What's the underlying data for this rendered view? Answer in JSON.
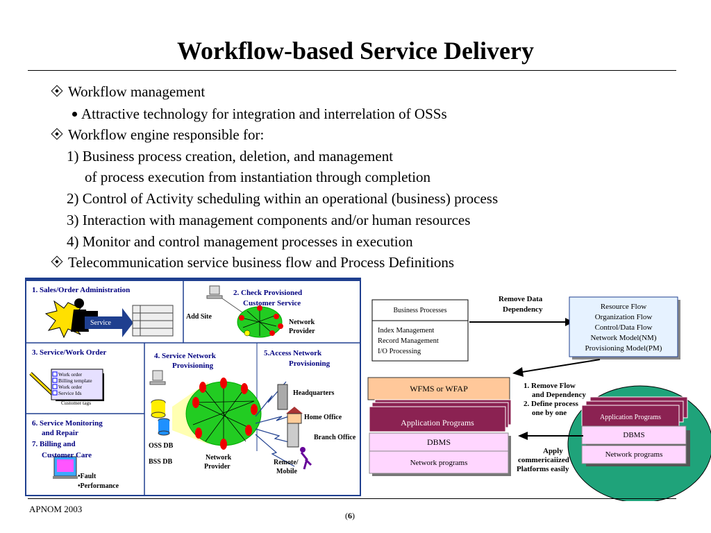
{
  "title": "Workflow-based Service Delivery",
  "bullets": [
    {
      "marker": "diamond",
      "text": "Workflow management"
    },
    {
      "marker": "dot",
      "text": "Attractive technology for integration and interrelation of OSSs"
    },
    {
      "marker": "diamond",
      "text": "Workflow engine responsible for:"
    },
    {
      "marker": "none",
      "text": "1) Business process creation, deletion, and management"
    },
    {
      "marker": "none",
      "text": "of process execution from instantiation through completion"
    },
    {
      "marker": "none",
      "text": "2) Control of Activity scheduling within an operational (business) process"
    },
    {
      "marker": "none",
      "text": "3) Interaction with management components and/or human resources"
    },
    {
      "marker": "none",
      "text": "4) Monitor and control management processes in execution"
    },
    {
      "marker": "diamond",
      "text": "Telecommunication service business flow and Process Definitions"
    }
  ],
  "left_diagram": {
    "sec1": "1. Sales/Order Administration",
    "service": "Service",
    "sec2_line1": "2. Check Provisioned",
    "sec2_line2": "Customer Service",
    "add_site": "Add Site",
    "network_provider_top_1": "Network",
    "network_provider_top_2": "Provider",
    "sec3": "3. Service/Work Order",
    "checklist": [
      "Work order",
      "Billing template",
      "Work order",
      "Service Ids"
    ],
    "customer_tags": "Customer tags",
    "sec4_line1": "4. Service Network",
    "sec4_line2": "Provisioning",
    "sec5_line1": "5.Access Network",
    "sec5_line2": "Provisioning",
    "headquarters": "Headquarters",
    "home_office": "Home Office",
    "branch_office": "Branch Office",
    "remote_1": "Remote/",
    "remote_2": "Mobile",
    "oss_db": "OSS DB",
    "bss_db": "BSS DB",
    "network_provider_bottom_1": "Network",
    "network_provider_bottom_2": "Provider",
    "sec6_line1": "6. Service Monitoring",
    "sec6_line2": "and Repair",
    "sec7_line1": "7. Billing and",
    "sec7_line2": "Customer Care",
    "fault": "•Fault",
    "performance": "•Performance"
  },
  "right_diagram": {
    "business_processes": "Business Processes",
    "index_mgmt": "Index Management",
    "record_mgmt": "Record Management",
    "io_processing": "I/O Processing",
    "remove_data_1": "Remove Data",
    "remove_data_2": "Dependency",
    "resource_box": [
      "Resource Flow",
      "Organization Flow",
      "Control/Data Flow",
      "Network Model(NM)",
      "Provisioning Model(PM)"
    ],
    "wfms": "WFMS or WFAP",
    "app_programs": "Application Programs",
    "dbms": "DBMS",
    "network_programs": "Network programs",
    "step1a": "1. Remove Flow",
    "step1b": "and Dependency",
    "step2a": "2. Define process",
    "step2b": "one by one",
    "apply_1": "Apply",
    "apply_2": "commericaiized",
    "apply_3": "Platforms easily",
    "circle_app": "Application Programs",
    "circle_dbms": "DBMS",
    "circle_net": "Network programs"
  },
  "colors": {
    "blue_border": "#1f3f8f",
    "peach": "#ffc89a",
    "maroon": "#8b2252",
    "pink": "#ffd6ff",
    "green": "#1fa37a",
    "light_blue": "#e6f2ff"
  },
  "footer": {
    "left": "APNOM 2003",
    "page_prefix": "(",
    "page_num": "6",
    "page_suffix": ")"
  }
}
